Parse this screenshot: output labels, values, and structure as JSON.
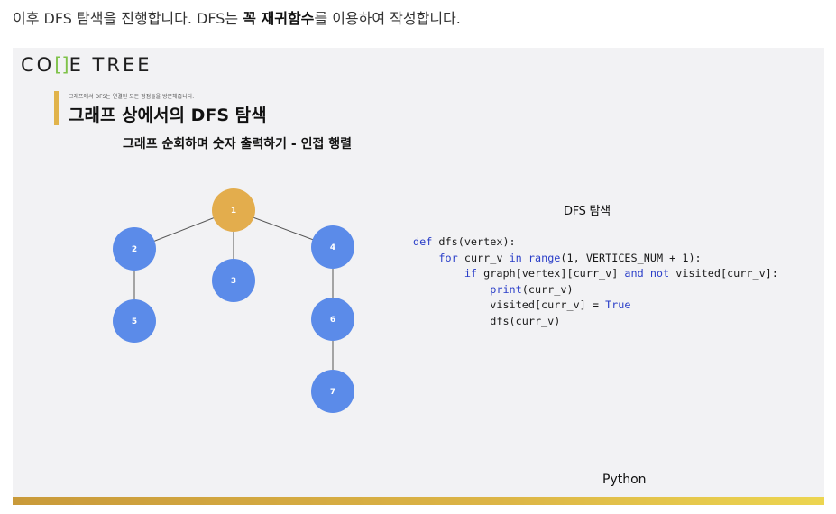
{
  "intro": {
    "part1": "이후 DFS 탐색을 진행합니다. DFS는 ",
    "bold": "꼭 재귀함수",
    "part2": "를 이용하여 작성합니다."
  },
  "slide": {
    "logo_left": "CO",
    "logo_mark": "[]",
    "logo_right": "E TREE",
    "caption": "그래프에서 DFS는 연결된 모든 정점들을 방문해줍니다.",
    "title": "그래프 상에서의 DFS 탐색",
    "subtitle": "그래프 순회하며 숫자 출력하기 - 인접 행렬",
    "code_title": "DFS 탐색",
    "language": "Python",
    "colors": {
      "root_node": "#e3ad4d",
      "node": "#5b8be9",
      "edge": "#555555",
      "accent": "#e1b34a",
      "keyword": "#2a3ec8"
    }
  },
  "graph": {
    "nodes": [
      {
        "id": "n1",
        "label": "1",
        "root": true
      },
      {
        "id": "n2",
        "label": "2"
      },
      {
        "id": "n3",
        "label": "3"
      },
      {
        "id": "n4",
        "label": "4"
      },
      {
        "id": "n5",
        "label": "5"
      },
      {
        "id": "n6",
        "label": "6"
      },
      {
        "id": "n7",
        "label": "7"
      }
    ],
    "edges": [
      [
        "1",
        "2"
      ],
      [
        "1",
        "3"
      ],
      [
        "1",
        "4"
      ],
      [
        "2",
        "5"
      ],
      [
        "4",
        "6"
      ],
      [
        "6",
        "7"
      ]
    ]
  },
  "code": {
    "l1_kw": "def",
    "l1_rest": " dfs(vertex):",
    "l2_ind": "    ",
    "l2_kw1": "for",
    "l2_mid": " curr_v ",
    "l2_kw2": "in",
    "l2_sp": " ",
    "l2_kw3": "range",
    "l2_rest": "(1, VERTICES_NUM + 1):",
    "l3_ind": "        ",
    "l3_kw1": "if",
    "l3_mid": " graph[vertex][curr_v] ",
    "l3_kw2": "and",
    "l3_sp": " ",
    "l3_kw3": "not",
    "l3_rest": " visited[curr_v]:",
    "l4_ind": "            ",
    "l4_kw": "print",
    "l4_rest": "(curr_v)",
    "l5_ind": "            ",
    "l5_mid": "visited[curr_v] = ",
    "l5_kw": "True",
    "l6_ind": "            ",
    "l6_rest": "dfs(curr_v)"
  }
}
